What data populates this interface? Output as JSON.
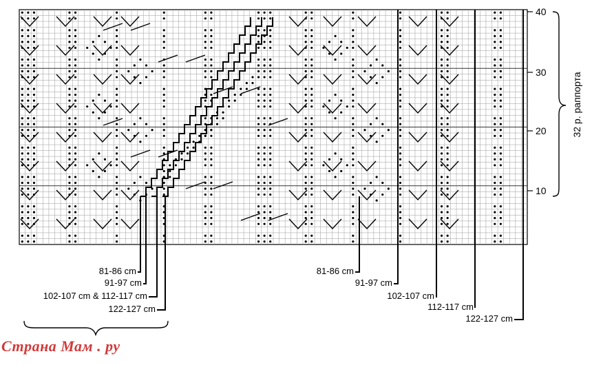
{
  "row_numbers": [
    "10",
    "20",
    "30",
    "40"
  ],
  "repeat_label": "32 р. раппорта",
  "size_labels_left": [
    "81-86 cm",
    "91-97 cm",
    "102-107 cm & 112-117 cm",
    "122-127 cm"
  ],
  "size_labels_right": [
    "81-86 cm",
    "91-97 cm",
    "102-107 cm",
    "112-117 cm",
    "122-127 cm"
  ],
  "bottom_brace_label": "",
  "watermark": "Страна Мам . ру",
  "colors": {
    "ink": "#000000",
    "grid": "#9a9a9a",
    "watermark": "#d23a3a"
  }
}
